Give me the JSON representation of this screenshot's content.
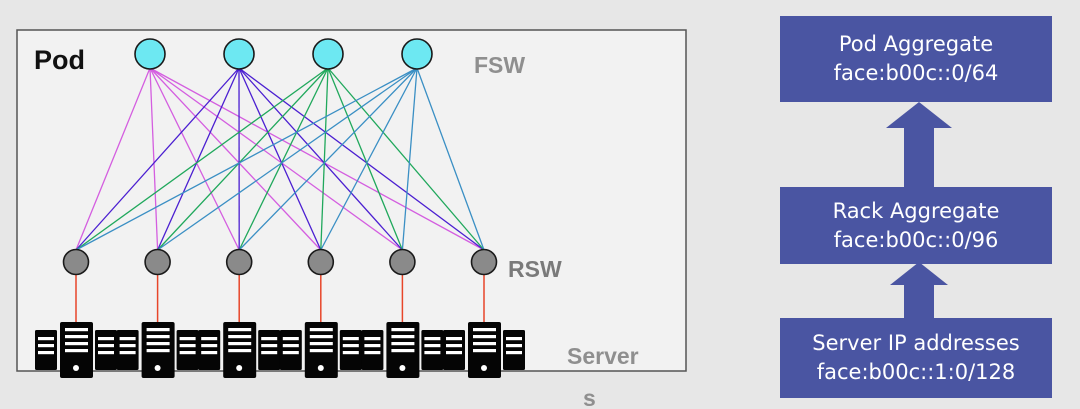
{
  "pod": {
    "title": "Pod",
    "fsw_label": "FSW",
    "rsw_label": "RSW",
    "servers_label_line1": "Server",
    "servers_label_line2": "s",
    "fsw_switch_count": 4,
    "rsw_switch_count": 6,
    "link_colors": [
      "#d45ee0",
      "#4b1fd1",
      "#20a85c",
      "#3a8fc4"
    ],
    "uplink_color": "#e8452a",
    "fsw_fill": "#6de8f2",
    "rsw_fill": "#8a8a8a"
  },
  "hierarchy": {
    "pod_aggregate": {
      "title": "Pod Aggregate",
      "prefix": "face:b00c::0/64"
    },
    "rack_aggregate": {
      "title": "Rack Aggregate",
      "prefix": "face:b00c::0/96"
    },
    "server_addresses": {
      "title": "Server IP addresses",
      "prefix": "face:b00c::1:0/128"
    },
    "box_color": "#4a55a2",
    "arrow_color": "#4a55a2"
  }
}
